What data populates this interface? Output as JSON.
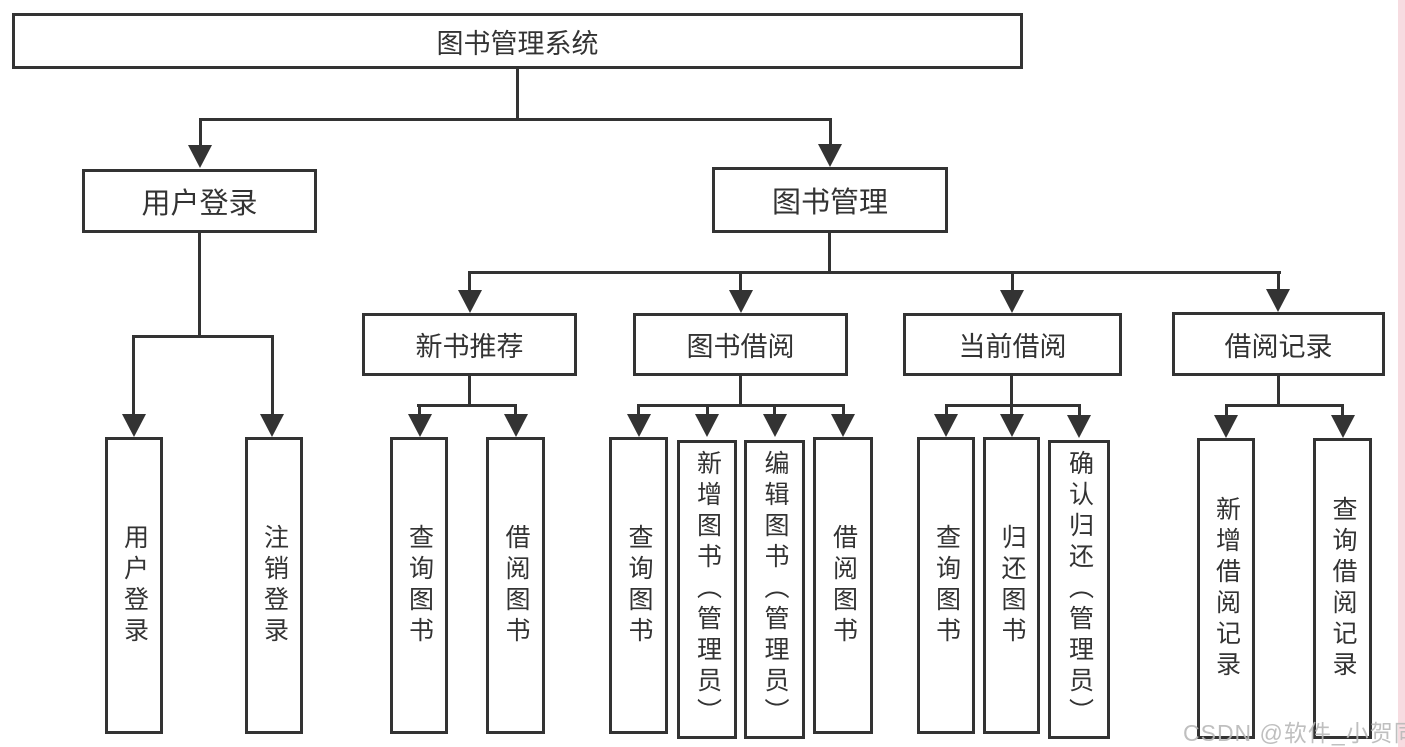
{
  "diagram": {
    "title": "图书管理系统",
    "nodes": {
      "root": "图书管理系统",
      "user_login": "用户登录",
      "book_mgmt": "图书管理",
      "new_book_rec": "新书推荐",
      "book_borrow": "图书借阅",
      "current_borrow": "当前借阅",
      "borrow_records": "借阅记录",
      "login_children": [
        "用户登录",
        "注销登录"
      ],
      "rec_children": [
        "查询图书",
        "借阅图书"
      ],
      "borrow_children": [
        "查询图书",
        "新增图书（管理员）",
        "编辑图书（管理员）",
        "借阅图书"
      ],
      "current_children": [
        "查询图书",
        "归还图书",
        "确认归还（管理员）"
      ],
      "records_children": [
        "新增借阅记录",
        "查询借阅记录"
      ]
    }
  },
  "watermark": "CSDN @软件_小贺同学",
  "colors": {
    "line": "#333333",
    "text": "#333333",
    "watermark": "#b9b9b9",
    "edge_tint": "#f7dce1"
  }
}
